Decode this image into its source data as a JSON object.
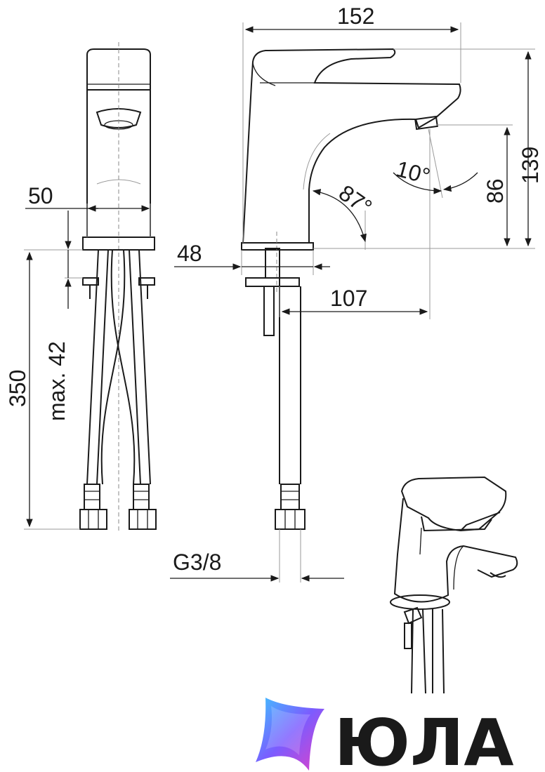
{
  "dimensions": {
    "width_152": "152",
    "height_139": "139",
    "height_86": "86",
    "angle_10": "10°",
    "angle_87": "87°",
    "width_50": "50",
    "width_48": "48",
    "length_107": "107",
    "length_350": "350",
    "max_42": "max. 42",
    "thread": "G3/8"
  },
  "logo": {
    "wordmark": "ЮЛА",
    "colors": [
      "#3fc3ff",
      "#7b5cff",
      "#e040c8"
    ]
  }
}
